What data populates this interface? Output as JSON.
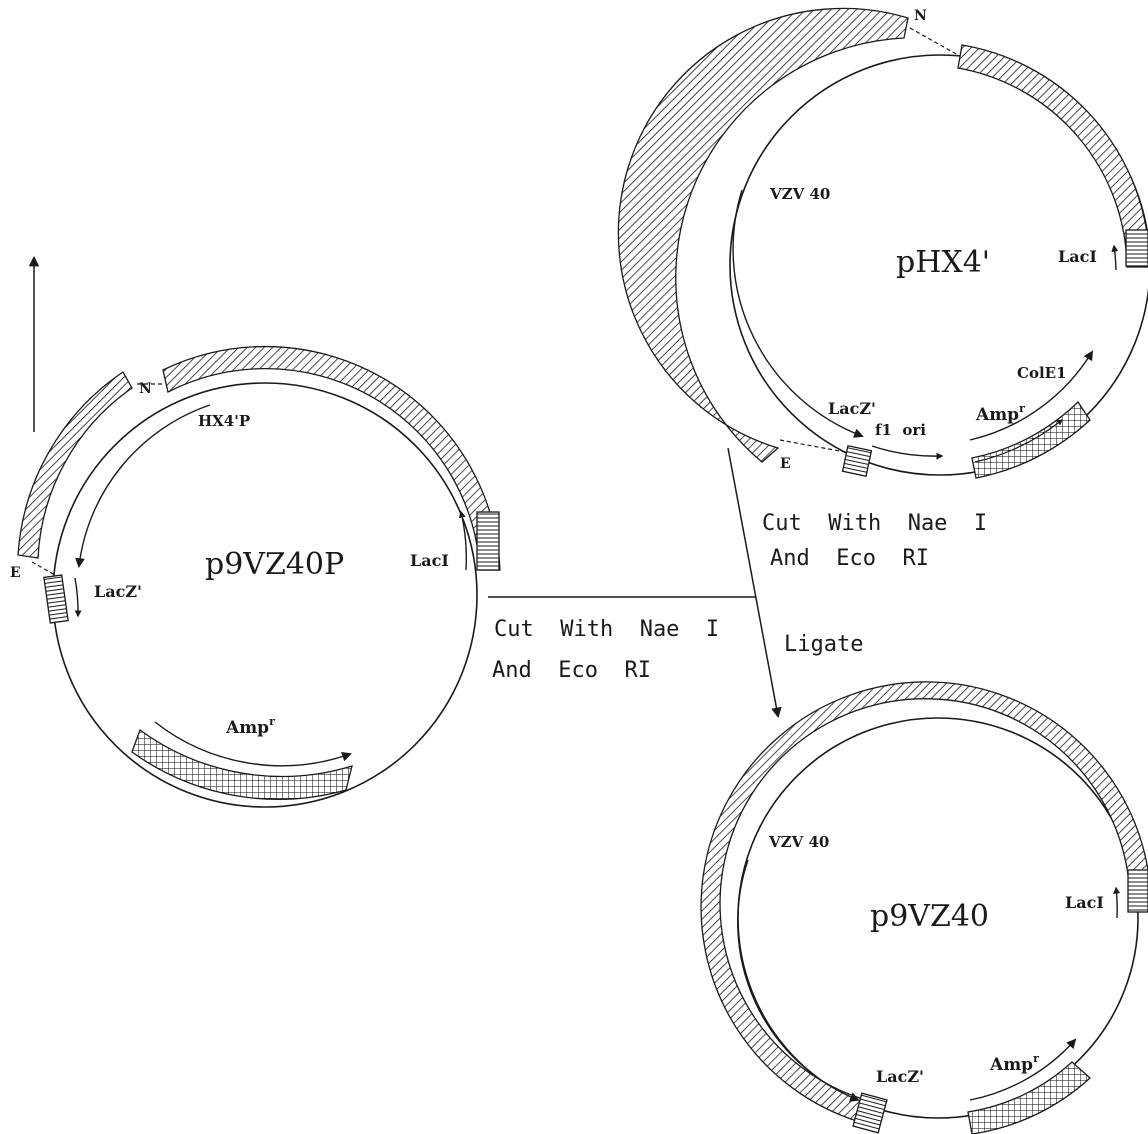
{
  "plasmids": [
    {
      "name": "p9VZ40P",
      "insert_label": "HX4'P",
      "labels": {
        "lacz": "LacZ'",
        "laci": "LacI",
        "amp": "Amp",
        "amp_sup": "r"
      },
      "sites": {
        "n": "N",
        "e": "E"
      }
    },
    {
      "name": "pHX4'",
      "insert_label": "VZV 40",
      "labels": {
        "lacz": "LacZ'",
        "laci": "LacI",
        "amp": "Amp",
        "amp_sup": "r",
        "cole1": "ColE1",
        "f1ori": "f1  ori"
      },
      "sites": {
        "n": "N",
        "e": "E"
      }
    },
    {
      "name": "p9VZ40",
      "insert_label": "VZV 40",
      "labels": {
        "lacz": "LacZ'",
        "laci": "LacI",
        "amp": "Amp",
        "amp_sup": "r"
      }
    }
  ],
  "steps": {
    "cut_left": [
      "Cut  With  Nae  I",
      "And  Eco  RI"
    ],
    "cut_right": [
      "Cut  With  Nae  I",
      "And  Eco  RI"
    ],
    "ligate": "Ligate"
  },
  "colors": {
    "ink": "#1a1a1a",
    "background": "#ffffff"
  }
}
